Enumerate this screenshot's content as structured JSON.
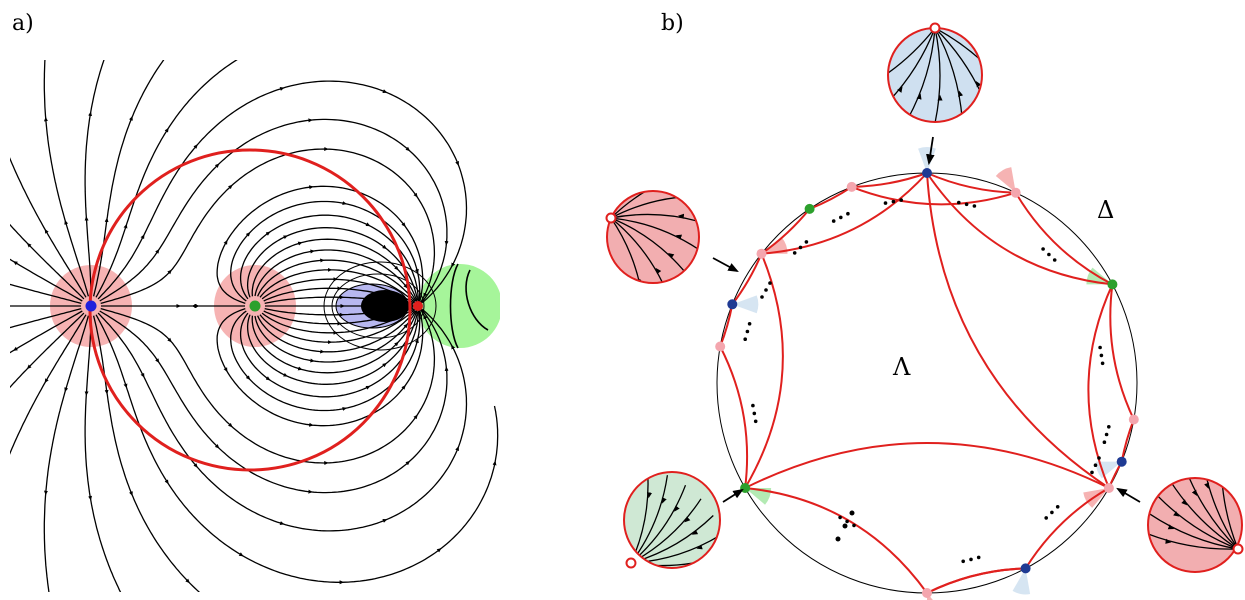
{
  "panels": {
    "a": {
      "label": "a)"
    },
    "b": {
      "label": "b)",
      "region_inner": "Λ",
      "region_outer": "Δ"
    }
  },
  "colors": {
    "flow_lines": "#000000",
    "separatrix": "#e0201e",
    "repeller_disk": "#f4a6a6",
    "saddle_disk": "#a6f59a",
    "attractor_lobes": "#b8b8f0",
    "node_blue": "#1f3a93",
    "node_green": "#2ca02c",
    "node_pink": "#f4a6ae",
    "node_red": "#e0201e",
    "inset_blue": "#cfe0f0",
    "inset_red": "#f2aeb0",
    "inset_green": "#cfe8d4",
    "circle_outline": "#000000"
  },
  "diagram_b": {
    "boundary_points": [
      {
        "angle": 90,
        "type": "blue"
      },
      {
        "angle": 65,
        "type": "pink"
      },
      {
        "angle": 28,
        "type": "green"
      },
      {
        "angle": -10,
        "type": "pink"
      },
      {
        "angle": -22,
        "type": "blue"
      },
      {
        "angle": -30,
        "type": "pink"
      },
      {
        "angle": -62,
        "type": "blue"
      },
      {
        "angle": -90,
        "type": "pink"
      },
      {
        "angle": -150,
        "type": "green"
      },
      {
        "angle": 170,
        "type": "pink"
      },
      {
        "angle": 158,
        "type": "blue"
      },
      {
        "angle": 142,
        "type": "pink"
      },
      {
        "angle": 124,
        "type": "green"
      },
      {
        "angle": 111,
        "type": "pink"
      }
    ],
    "insets": [
      {
        "name": "top",
        "color": "blue"
      },
      {
        "name": "left",
        "color": "red"
      },
      {
        "name": "bottom",
        "color": "green"
      },
      {
        "name": "right",
        "color": "red"
      }
    ]
  }
}
